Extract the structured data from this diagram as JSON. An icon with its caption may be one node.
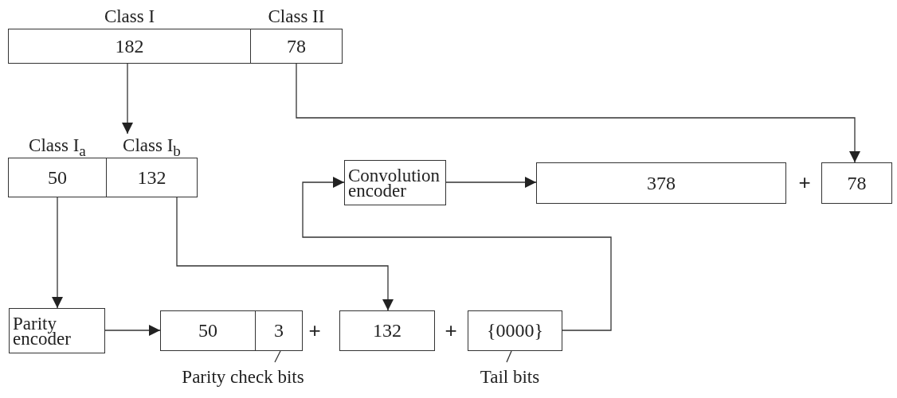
{
  "diagram": {
    "nodes": [
      {
        "text": [
          "Class I",
          "182"
        ]
      },
      {
        "text": [
          "Class II",
          "78"
        ]
      },
      {
        "text": [
          "Class I$_{a}$",
          "50"
        ]
      },
      {
        "text": [
          "Class I$_{b}$",
          "132"
        ]
      },
      {
        "text": [
          "Convolution encoder"
        ]
      },
      {
        "text": [
          "378"
        ]
      },
      {
        "text": [
          "78"
        ]
      },
      {
        "text": [
          "Parity encoder"
        ]
      },
      {
        "text": [
          "50"
        ]
      },
      {
        "text": [
          "3"
        ]
      },
      {
        "text": [
          "132"
        ]
      },
      {
        "text": [
          "{0000}"
        ]
      },
      {
        "text": [
          "Parity check bits"
        ]
      },
      {
        "text": [
          "Tail bits"
        ]
      }
    ],
    "edges": [
      {
        "from": 0,
        "to": 3,
        "arrow": "to"
      },
      {
        "from": 1,
        "to": 6,
        "arrow": "to"
      },
      {
        "from": 2,
        "to": 7,
        "arrow": "to"
      },
      {
        "from": 3,
        "to": 10,
        "arrow": "to"
      },
      {
        "from": 7,
        "to": 8,
        "arrow": "to"
      },
      {
        "from": 11,
        "to": 4,
        "arrow": "to"
      },
      {
        "from": 4,
        "to": 5,
        "arrow": "to"
      },
      {
        "from": 12,
        "to": 9,
        "arrow": "none"
      },
      {
        "from": 13,
        "to": 11,
        "arrow": "none"
      }
    ],
    "labels": [
      "+",
      "+",
      "+"
    ]
  }
}
